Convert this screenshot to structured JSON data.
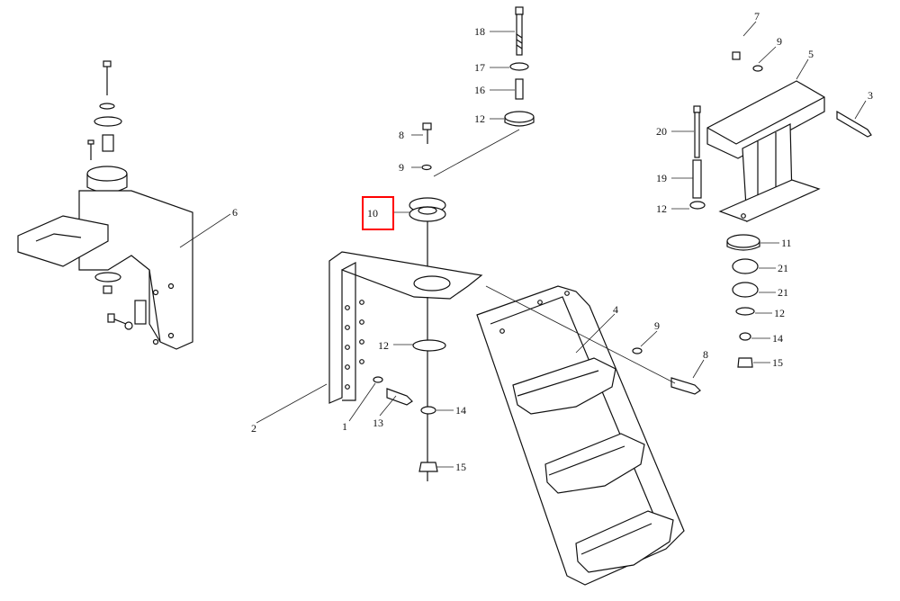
{
  "diagram": {
    "highlight_color": "#ff0000",
    "line_color": "#111111",
    "labels": {
      "p1": "1",
      "p2": "2",
      "p3": "3",
      "p4": "4",
      "p5": "5",
      "p6": "6",
      "p7": "7",
      "p8a": "8",
      "p8b": "8",
      "p9a": "9",
      "p9b": "9",
      "p9c": "9",
      "p10": "10",
      "p11": "11",
      "p12a": "12",
      "p12b": "12",
      "p12c": "12",
      "p12d": "12",
      "p13": "13",
      "p14a": "14",
      "p14b": "14",
      "p15a": "15",
      "p15b": "15",
      "p16": "16",
      "p17": "17",
      "p18": "18",
      "p19": "19",
      "p20": "20",
      "p21a": "21",
      "p21b": "21"
    }
  }
}
